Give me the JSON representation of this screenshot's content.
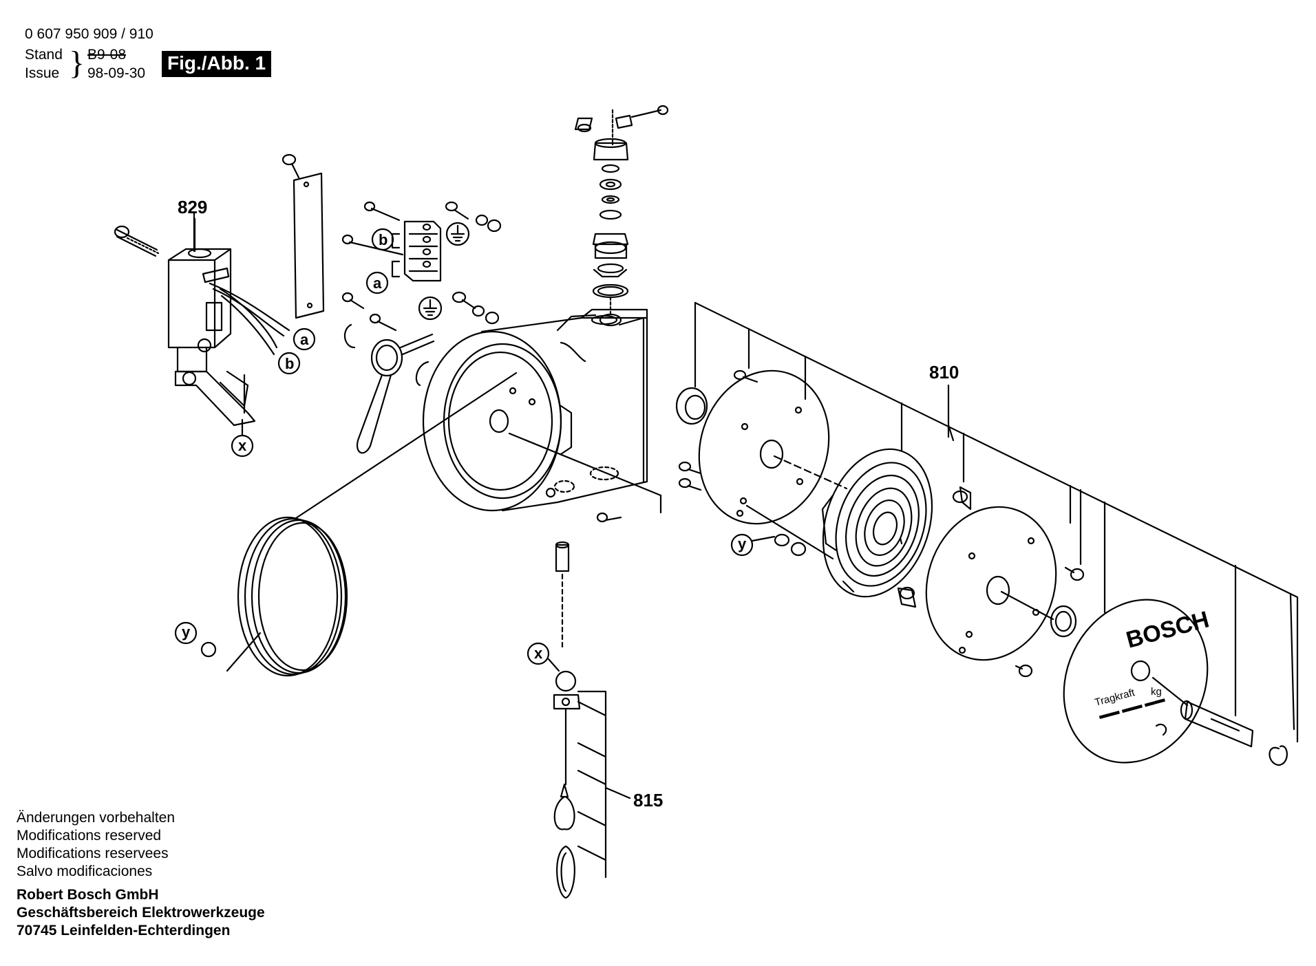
{
  "header": {
    "part_number": "0 607 950 909 / 910",
    "stand_label": "Stand",
    "stand_value": "B9-08",
    "issue_label": "Issue",
    "issue_value": "98-09-30",
    "figure_label": "Fig./Abb. 1"
  },
  "callouts": {
    "part_829": "829",
    "part_810": "810",
    "part_815": "815",
    "ref_a": "a",
    "ref_b": "b",
    "ref_x": "x",
    "ref_y": "y"
  },
  "cover": {
    "brand": "BOSCH",
    "text": "Tragkraft",
    "unit": "kg"
  },
  "footer": {
    "notes": [
      "Änderungen vorbehalten",
      "Modifications reserved",
      "Modifications reservees",
      "Salvo modificaciones"
    ],
    "company": [
      "Robert Bosch GmbH",
      "Geschäftsbereich Elektrowerkzeuge",
      "70745 Leinfelden-Echterdingen"
    ]
  }
}
